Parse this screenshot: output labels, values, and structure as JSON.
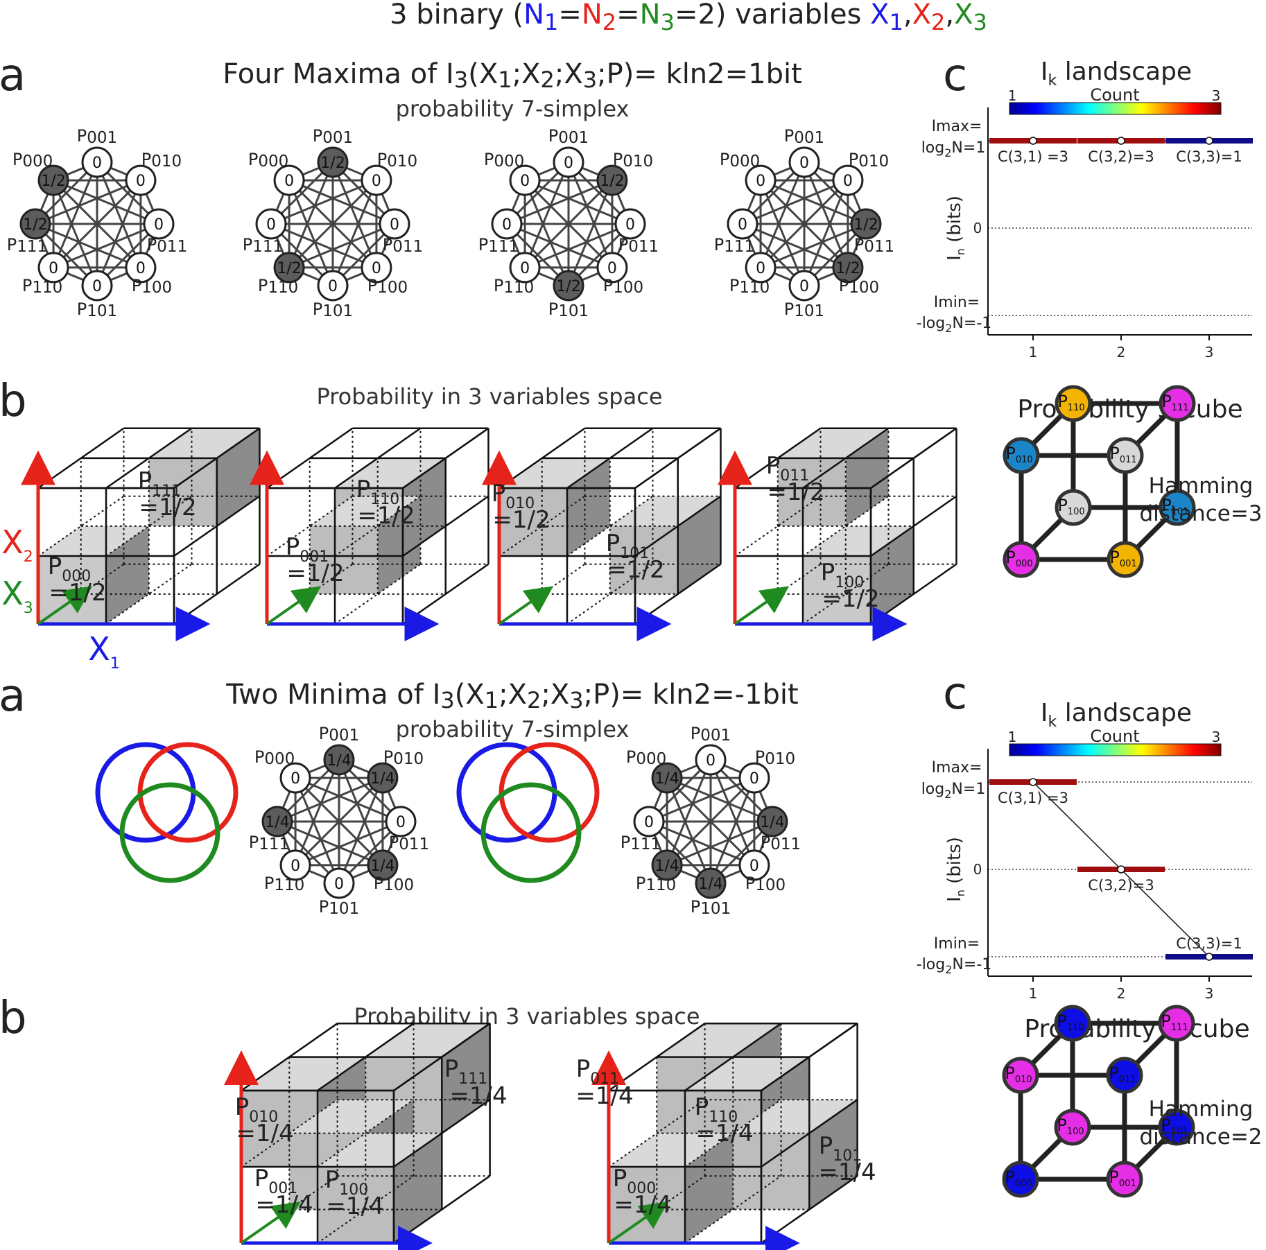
{
  "header": {
    "parts": [
      {
        "t": "3 binary (",
        "c": "#222"
      },
      {
        "t": "N",
        "c": "#1a1ae6"
      },
      {
        "t": "1",
        "c": "#1a1ae6",
        "sub": true
      },
      {
        "t": "=",
        "c": "#222"
      },
      {
        "t": "N",
        "c": "#e6231a"
      },
      {
        "t": "2",
        "c": "#e6231a",
        "sub": true
      },
      {
        "t": "=",
        "c": "#222"
      },
      {
        "t": "N",
        "c": "#1f8a1f"
      },
      {
        "t": "3",
        "c": "#1f8a1f",
        "sub": true
      },
      {
        "t": "=2) variables ",
        "c": "#222"
      },
      {
        "t": "X",
        "c": "#1a1ae6"
      },
      {
        "t": "1",
        "c": "#1a1ae6",
        "sub": true
      },
      {
        "t": ",",
        "c": "#222"
      },
      {
        "t": "X",
        "c": "#e6231a"
      },
      {
        "t": "2",
        "c": "#e6231a",
        "sub": true
      },
      {
        "t": ",",
        "c": "#222"
      },
      {
        "t": "X",
        "c": "#1f8a1f"
      },
      {
        "t": "3",
        "c": "#1f8a1f",
        "sub": true
      }
    ]
  },
  "colors": {
    "blue": "#1a1ae6",
    "red": "#e6231a",
    "green": "#1f8a1f",
    "dark": "#5a5a5a",
    "cube_yellow": "#f2b400",
    "cube_cyan": "#1a86c9",
    "cube_light": "#d8d8d8",
    "cube_magenta": "#e62ee6",
    "cube_blue": "#0d0de6"
  },
  "top": {
    "letter_a": "a",
    "letter_b": "b",
    "letter_c": "c",
    "title_pre": "Four Maxima of I",
    "title_sub3": "3",
    "title_mid": "(X",
    "title_sub1": "1",
    "title_mid2": ";X",
    "title_sub2": "2",
    "title_mid3": ";X",
    "title_sub3b": "3",
    "title_post": ";P)= kln2=1bit",
    "subtitle": "probability 7-simplex",
    "simplex_values": [
      [
        "1/2",
        "0",
        "0",
        "0",
        "0",
        "0",
        "0",
        "1/2"
      ],
      [
        "0",
        "1/2",
        "0",
        "0",
        "0",
        "0",
        "1/2",
        "0"
      ],
      [
        "0",
        "0",
        "1/2",
        "0",
        "0",
        "1/2",
        "0",
        "0"
      ],
      [
        "0",
        "0",
        "0",
        "1/2",
        "1/2",
        "0",
        "0",
        "0"
      ]
    ],
    "b_title": "Probability in 3 variables space",
    "cube_labels": [
      [
        {
          "sub": "111",
          "val": "=1/2"
        },
        {
          "sub": "000",
          "val": "=1/2"
        }
      ],
      [
        {
          "sub": "110",
          "val": "=1/2"
        },
        {
          "sub": "001",
          "val": "=1/2"
        }
      ],
      [
        {
          "sub": "010",
          "val": "=1/2"
        },
        {
          "sub": "101",
          "val": "=1/2"
        }
      ],
      [
        {
          "sub": "011",
          "val": "=1/2"
        },
        {
          "sub": "100",
          "val": "=1/2"
        }
      ]
    ],
    "axis_x1": "X",
    "axis_x1_sub": "1",
    "axis_x2": "X",
    "axis_x2_sub": "2",
    "axis_x3": "X",
    "axis_x3_sub": "3",
    "landscape_title": "I",
    "landscape_title_sub": "k",
    "landscape_title_post": " landscape",
    "colorbar_min": "1",
    "colorbar_label": "Count",
    "colorbar_max": "3",
    "imax_1": "Imax=",
    "imax_2": "log",
    "imax_2sub": "2",
    "imax_2post": "N=1",
    "imin_1": "Imin=",
    "imin_2": "-log",
    "imin_2sub": "2",
    "imin_2post": "N=-1",
    "zero": "0",
    "ylabel": "I",
    "ylabel_sub": "n",
    "ylabel_post": " (bits)",
    "xticks": [
      "1",
      "2",
      "3"
    ],
    "ik_values": [
      1,
      1,
      1
    ],
    "counts": [
      "C(3,1) =3",
      "C(3,2)=3",
      "C(3,3)=1"
    ],
    "cube_title": "Probability 3-cube",
    "hamming_1": "Hamming",
    "hamming_2": "distance=3"
  },
  "bottom": {
    "title_pre": "Two Minima of I",
    "title_post": ";P)= kln2=-1bit",
    "subtitle": "probability 7-simplex",
    "simplex_values": [
      [
        "0",
        "1/4",
        "1/4",
        "0",
        "1/4",
        "0",
        "0",
        "1/4"
      ],
      [
        "1/4",
        "0",
        "0",
        "1/4",
        "0",
        "1/4",
        "1/4",
        "0"
      ]
    ],
    "b_title": "Probability in 3 variables space",
    "cube1_labels": [
      {
        "sub": "111",
        "val": "=1/4"
      },
      {
        "sub": "010",
        "val": "=1/4"
      },
      {
        "sub": "001",
        "val": "=1/4"
      },
      {
        "sub": "100",
        "val": "=1/4"
      }
    ],
    "cube2_labels": [
      {
        "sub": "011",
        "val": "=1/4"
      },
      {
        "sub": "110",
        "val": "=1/4"
      },
      {
        "sub": "101",
        "val": "=1/4"
      },
      {
        "sub": "000",
        "val": "=1/4"
      }
    ],
    "ik_values": [
      1,
      0,
      -1
    ],
    "counts": [
      "C(3,1) =3",
      "C(3,2)=3",
      "C(3,3)=1"
    ],
    "cube_title": "Probability 3-cube",
    "hamming_1": "Hamming",
    "hamming_2": "distance=2"
  },
  "node_labels": [
    "000",
    "001",
    "010",
    "011",
    "100",
    "101",
    "110",
    "111"
  ],
  "cube_node_subs": [
    "110",
    "111",
    "010",
    "011",
    "100",
    "101",
    "000",
    "001"
  ],
  "top_cube_colors": [
    "cube_yellow",
    "cube_magenta",
    "cube_cyan",
    "cube_light",
    "cube_light",
    "cube_cyan",
    "cube_magenta",
    "cube_yellow"
  ],
  "bottom_cube_colors": [
    "cube_blue",
    "cube_magenta",
    "cube_magenta",
    "cube_blue",
    "cube_magenta",
    "cube_blue",
    "cube_blue",
    "cube_magenta"
  ]
}
